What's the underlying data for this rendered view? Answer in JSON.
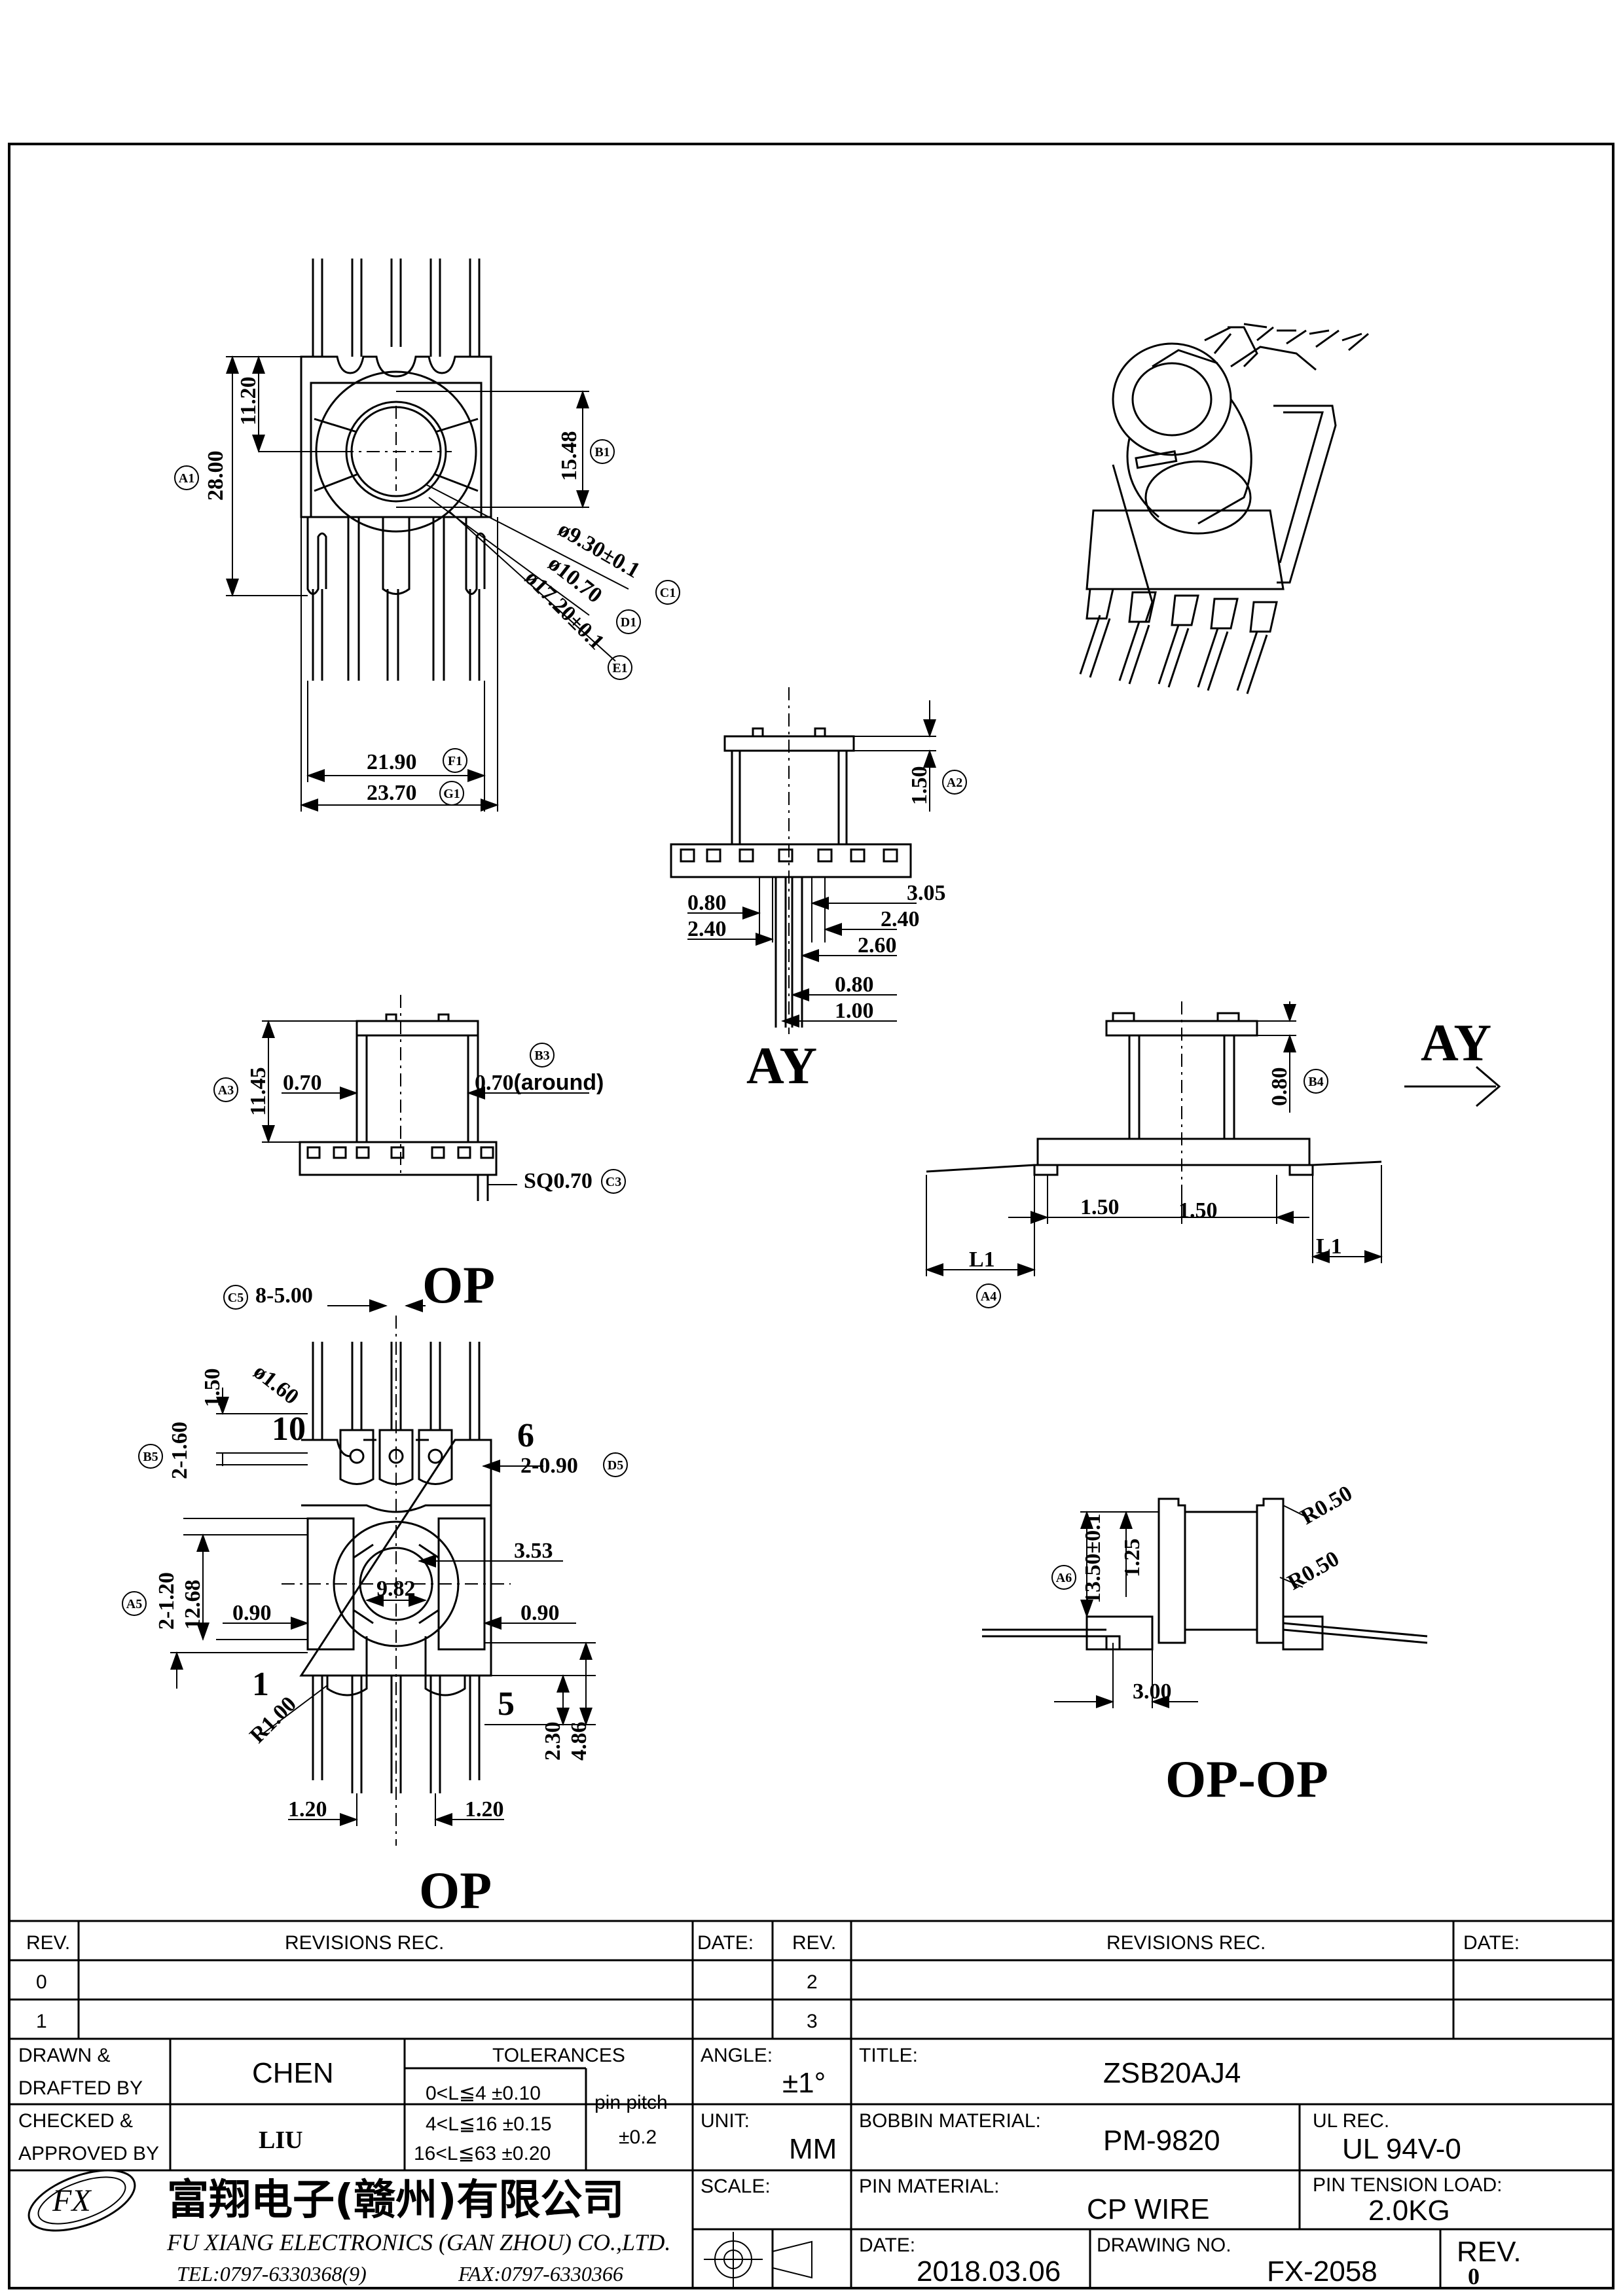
{
  "drawing": {
    "dims": {
      "a1": "28.00",
      "b1": "15.48",
      "c1": "ø9.30±0.1",
      "d1": "ø10.70",
      "e1": "ø17.20±0.1",
      "f1": "21.90",
      "g1": "23.70",
      "h1120": "11.20",
      "a2": "1.50",
      "d305": "3.05",
      "d240r": "2.40",
      "d260": "2.60",
      "d080a": "0.80",
      "d100": "1.00",
      "d080l": "0.80",
      "d240l": "2.40",
      "a3": "11.45",
      "d070": "0.70",
      "b3": "0.70",
      "b3t": "(around)",
      "c3": "SQ0.70",
      "b4": "0.80",
      "d150a": "1.50",
      "d150b": "1.50",
      "l1a": "L1",
      "l1b": "L1",
      "c5": "8-5.00",
      "d150v": "1.50",
      "d160": "ø1.60",
      "b5": "2-1.60",
      "d5": "2-0.90",
      "a5": "2-1.20",
      "d1268": "12.68",
      "d353": "3.53",
      "d982": "9.82",
      "d090l": "0.90",
      "d090r": "0.90",
      "r100": "R1.00",
      "d230": "2.30",
      "d486": "4.86",
      "d120l": "1.20",
      "d120r": "1.20",
      "a6": "13.50±0.1",
      "d125": "1.25",
      "r050a": "R0.50",
      "r050b": "R0.50",
      "d300": "3.00"
    },
    "circ": {
      "a1": "A1",
      "b1": "B1",
      "c1": "C1",
      "d1": "D1",
      "e1": "E1",
      "f1": "F1",
      "g1": "G1",
      "a2": "A2",
      "a3": "A3",
      "b3": "B3",
      "c3": "C3",
      "b4": "B4",
      "a4": "A4",
      "c5": "C5",
      "b5": "B5",
      "d5": "D5",
      "a5": "A5",
      "a6": "A6"
    },
    "pins": {
      "p10": "10",
      "p6": "6",
      "p1": "1",
      "p5": "5"
    },
    "view_labels": {
      "ay_bottom": "AY",
      "ay_arrow": "AY",
      "op_top": "OP",
      "op_bottom": "OP",
      "opop": "OP-OP"
    }
  },
  "title_block": {
    "rev_h": "REV.",
    "rev_rec_h": "REVISIONS    REC.",
    "date_h": "DATE:",
    "rev_h2": "REV.",
    "rev_rec_h2": "REVISIONS    REC.",
    "date_h2": "DATE:",
    "rev0": "0",
    "rev1": "1",
    "rev2": "2",
    "rev3": "3",
    "drawn_l1": "DRAWN  &",
    "drawn_l2": "DRAFTED  BY",
    "drawn_v": "CHEN",
    "checked_l1": "CHECKED  &",
    "checked_l2": "APPROVED  BY",
    "checked_v": "LIU",
    "tol_h": "TOLERANCES",
    "tol1": "0<L≦4    ±0.10",
    "tol2": "4<L≦16  ±0.15",
    "tol3": "16<L≦63  ±0.20",
    "pitch_l": "pin  pitch",
    "pitch_v": "±0.2",
    "angle_l": "ANGLE:",
    "angle_v": "±1°",
    "unit_l": "UNIT:",
    "unit_v": "MM",
    "scale_l": "SCALE:",
    "title_l": "TITLE:",
    "title_v": "ZSB20AJ4",
    "bm_l": "BOBBIN  MATERIAL:",
    "bm_v": "PM-9820",
    "ul_l": "UL  REC.",
    "ul_v": "UL  94V-0",
    "pm_l": "PIN  MATERIAL:",
    "pm_v": "CP  WIRE",
    "ptl_l": "PIN  TENSION  LOAD:",
    "ptl_v": "2.0KG",
    "date_l": "DATE:",
    "date_v": "2018.03.06",
    "dno_l": "DRAWING  NO.",
    "dno_v": "FX-2058",
    "rev_l": "REV.",
    "rev_v": "0",
    "co_cn": "富翔电子(赣州)有限公司",
    "co_en": "FU  XIANG  ELECTRONICS  (GAN  ZHOU)  CO.,LTD.",
    "tel": "TEL:0797-6330368(9)",
    "fax": "FAX:0797-6330366",
    "logo": "FX"
  }
}
